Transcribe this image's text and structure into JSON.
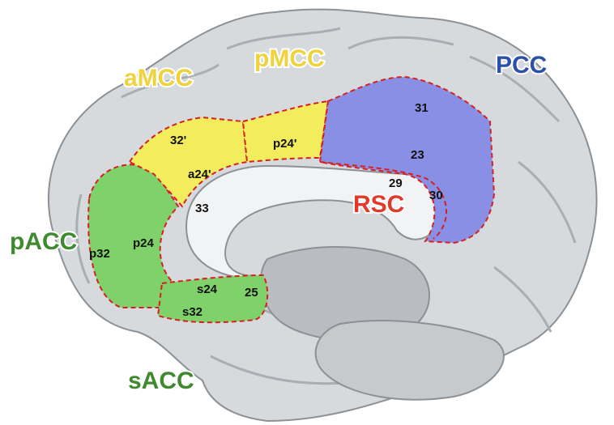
{
  "regions": {
    "amcc": {
      "label": "aMCC",
      "color": "#f0d23a"
    },
    "pmcc": {
      "label": "pMCC",
      "color": "#f0d23a"
    },
    "pcc": {
      "label": "PCC",
      "color": "#2c4fa8"
    },
    "rsc": {
      "label": "RSC",
      "color": "#e23a2a"
    },
    "pacc": {
      "label": "pACC",
      "color": "#3e8a2e"
    },
    "sacc": {
      "label": "sACC",
      "color": "#3e8a2e"
    }
  },
  "areas": {
    "a32p": "32'",
    "a24p": "a24'",
    "p24p": "p24'",
    "a31": "31",
    "a23": "23",
    "a29": "29",
    "a30": "30",
    "a33": "33",
    "p32": "p32",
    "p24": "p24",
    "s24": "s24",
    "s32": "s32",
    "a25": "25"
  },
  "fills": {
    "yellow": "#f3ec5c",
    "blue": "#8a8fe6",
    "green": "#7fd16a",
    "border": "#d42020",
    "brain": "#d7dadd"
  }
}
